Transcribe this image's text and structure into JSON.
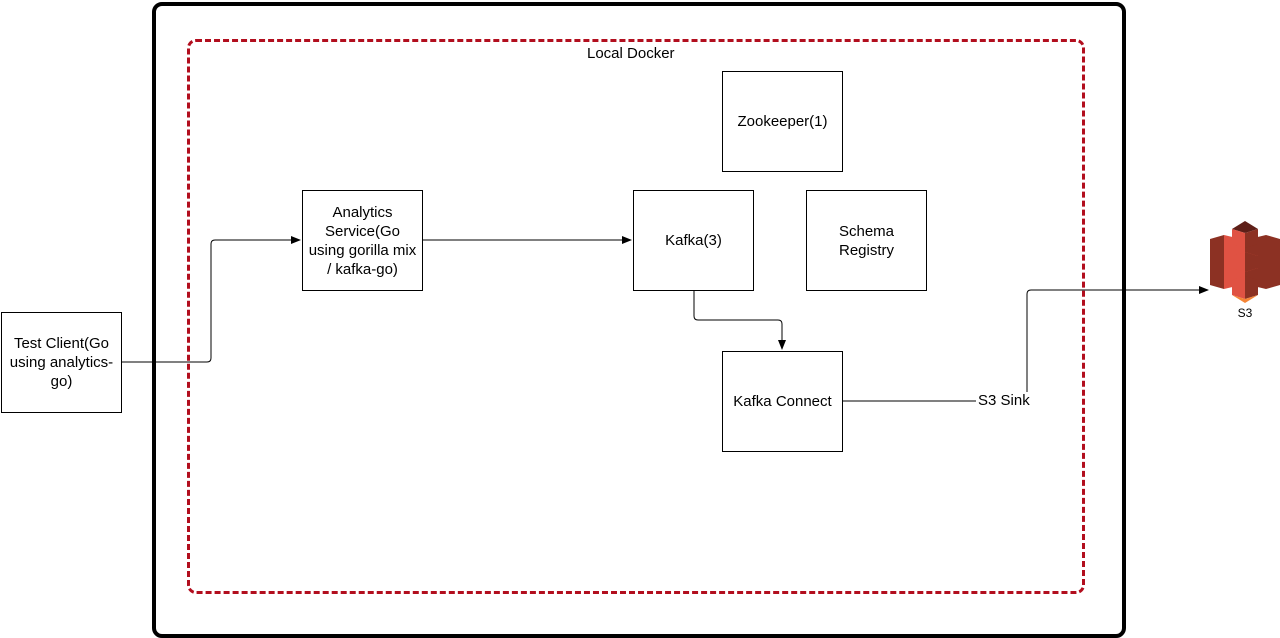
{
  "frames": {
    "docker_label": "Local Docker"
  },
  "nodes": {
    "test_client": "Test Client(Go using analytics-go)",
    "analytics_service": "Analytics Service(Go using gorilla mix / kafka-go)",
    "kafka": "Kafka(3)",
    "zookeeper": "Zookeeper(1)",
    "schema_registry": "Schema Registry",
    "kafka_connect": "Kafka Connect"
  },
  "edges": {
    "s3_sink_label": "S3 Sink"
  },
  "s3": {
    "label": "S3",
    "icon": "aws-s3-bucket-icon",
    "color_dark": "#8c3123",
    "color_light": "#e05243"
  },
  "colors": {
    "docker_border": "#b20e1e",
    "outer_border": "#000000"
  }
}
